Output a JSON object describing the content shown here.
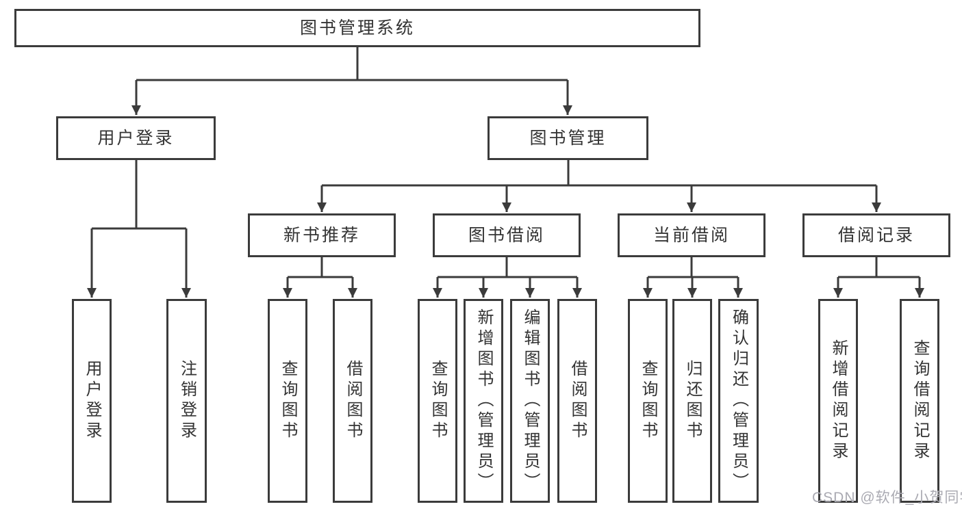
{
  "title": "图书管理系统",
  "level2": {
    "user_login": "用户登录",
    "book_mgmt": "图书管理"
  },
  "level3": {
    "new_books": "新书推荐",
    "book_borrow": "图书借阅",
    "current_borrow": "当前借阅",
    "borrow_records": "借阅记录"
  },
  "leaves": {
    "user_login": [
      "用户登录",
      "注销登录"
    ],
    "new_books": [
      "查询图书",
      "借阅图书"
    ],
    "book_borrow": [
      "查询图书",
      "新增图书（管理员）",
      "编辑图书（管理员）",
      "借阅图书"
    ],
    "current_borrow": [
      "查询图书",
      "归还图书",
      "确认归还（管理员）"
    ],
    "borrow_records": [
      "新增借阅记录",
      "查询借阅记录"
    ]
  },
  "watermark": "CSDN @软件_小贺同学",
  "colors": {
    "line": "#3b3b3b",
    "box_background": "#ffffff",
    "text": "#333333",
    "watermark": "#aaaab2"
  }
}
